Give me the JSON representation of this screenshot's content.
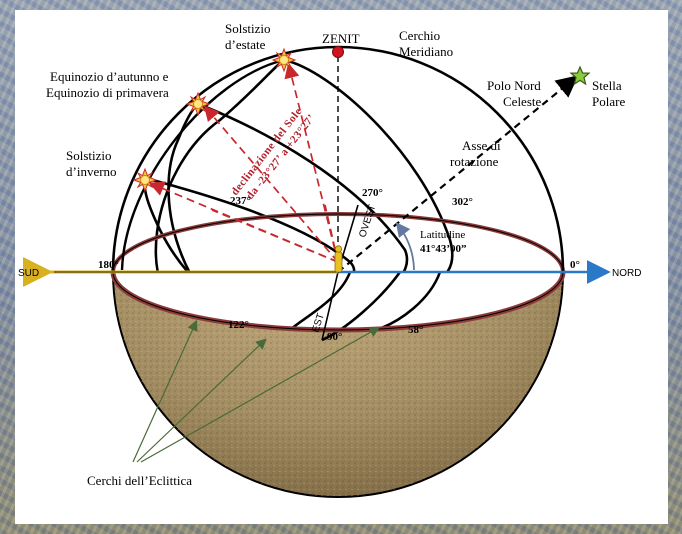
{
  "labels": {
    "zenit": "ZENIT",
    "cerchio_meridiano_1": "Cerchio",
    "cerchio_meridiano_2": "Meridiano",
    "solstizio_estate_1": "Solstizio",
    "solstizio_estate_2": "d’estate",
    "equinozio_1": "Equinozio d’autunno e",
    "equinozio_2": "Equinozio di primavera",
    "solstizio_inverno_1": "Solstizio",
    "solstizio_inverno_2": "d’inverno",
    "polo_nord_1": "Polo Nord",
    "polo_nord_2": "Celeste",
    "stella_polare_1": "Stella",
    "stella_polare_2": "Polare",
    "asse_1": "Asse di",
    "asse_2": "rotazione",
    "latitudine_1": "Latitudine",
    "latitudine_2": "41°43’00”",
    "declinazione_1": "declinazione del Sole",
    "declinazione_2": "da -23°27’ a +23°27’",
    "sud": "SUD",
    "nord": "NORD",
    "ovest": "OVEST",
    "est": "EST",
    "cerchi_eclittica": "Cerchi dell’Eclittica"
  },
  "degrees": {
    "d180": "180°",
    "d0": "0°",
    "d237": "237°",
    "d270": "270°",
    "d302": "302°",
    "d122": "122°",
    "d90": "90°",
    "d58": "58°"
  },
  "colors": {
    "background_frame": "#8f9eb3",
    "lower_hemisphere": "#a08a60",
    "horizon_rim": "#8c3a3a",
    "sun_rays": "#c8282d",
    "zenith_dot": "#d2141e",
    "horizon_axis": "#d9b020",
    "north_arrow": "#2a78c8",
    "star": "#8ccc3c",
    "annotation_lines": "#4a6a3a",
    "latitude_arc": "#6478a0",
    "observer": "#e8c020"
  }
}
